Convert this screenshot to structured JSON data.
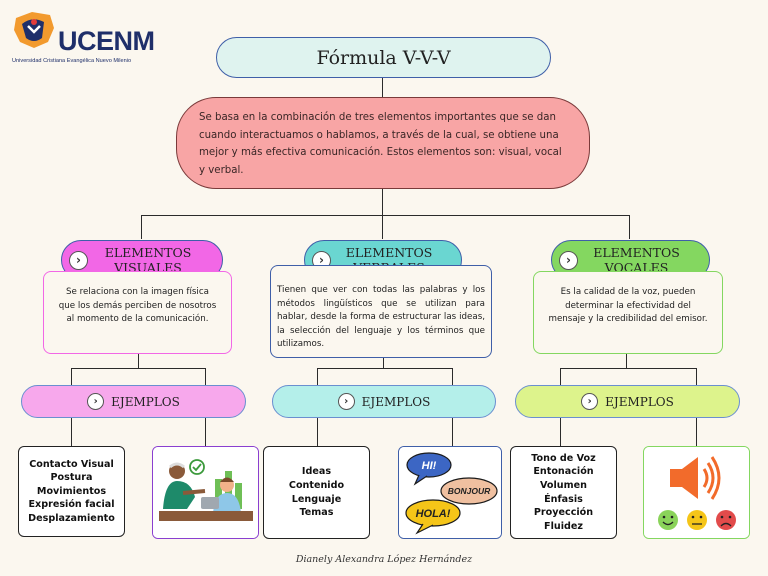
{
  "logo": {
    "name": "UCENM",
    "subtitle": "Universidad Cristiana Evangélica Nuevo Milenio"
  },
  "title": "Fórmula V-V-V",
  "description": "Se basa en la combinación de tres elementos importantes que se dan cuando interactuamos o hablamos, a través de la cual, se obtiene una mejor y más efectiva comunicación. Estos elementos son: visual, vocal y verbal.",
  "categories": [
    {
      "line1": "ELEMENTOS",
      "line2": "VISUALES",
      "color": "#f267e6",
      "description": "Se relaciona con la imagen física que los demás perciben de nosotros al momento de la comunicación.",
      "examples_label": "EJEMPLOS",
      "examples_color": "#f7a8ec",
      "examples": [
        "Contacto Visual",
        "Postura",
        "Movimientos",
        "Expresión facial",
        "Desplazamiento"
      ]
    },
    {
      "line1": "ELEMENTOS",
      "line2": "VERBALES",
      "color": "#6ad6d1",
      "description": "Tienen que ver con todas las palabras y los métodos lingüísticos que se utilizan para hablar, desde la forma de estructurar las ideas, la selección del lenguaje y los términos que utilizamos.",
      "examples_label": "EJEMPLOS",
      "examples_color": "#b4efea",
      "examples": [
        "Ideas",
        "Contenido",
        "Lenguaje",
        "Temas"
      ]
    },
    {
      "line1": "ELEMENTOS",
      "line2": "VOCALES",
      "color": "#84d760",
      "description": "Es la calidad de la voz, pueden determinar la efectividad del mensaje y la credibilidad del emisor.",
      "examples_label": "EJEMPLOS",
      "examples_color": "#ddf38c",
      "examples": [
        "Tono de Voz",
        "Entonación",
        "Volumen",
        "Énfasis",
        "Proyección",
        "Fluidez"
      ]
    }
  ],
  "bubbles": {
    "hi": "HI!",
    "bonjour": "BONJOUR",
    "hola": "HOLA!"
  },
  "author": "Dianely Alexandra López Hernández"
}
